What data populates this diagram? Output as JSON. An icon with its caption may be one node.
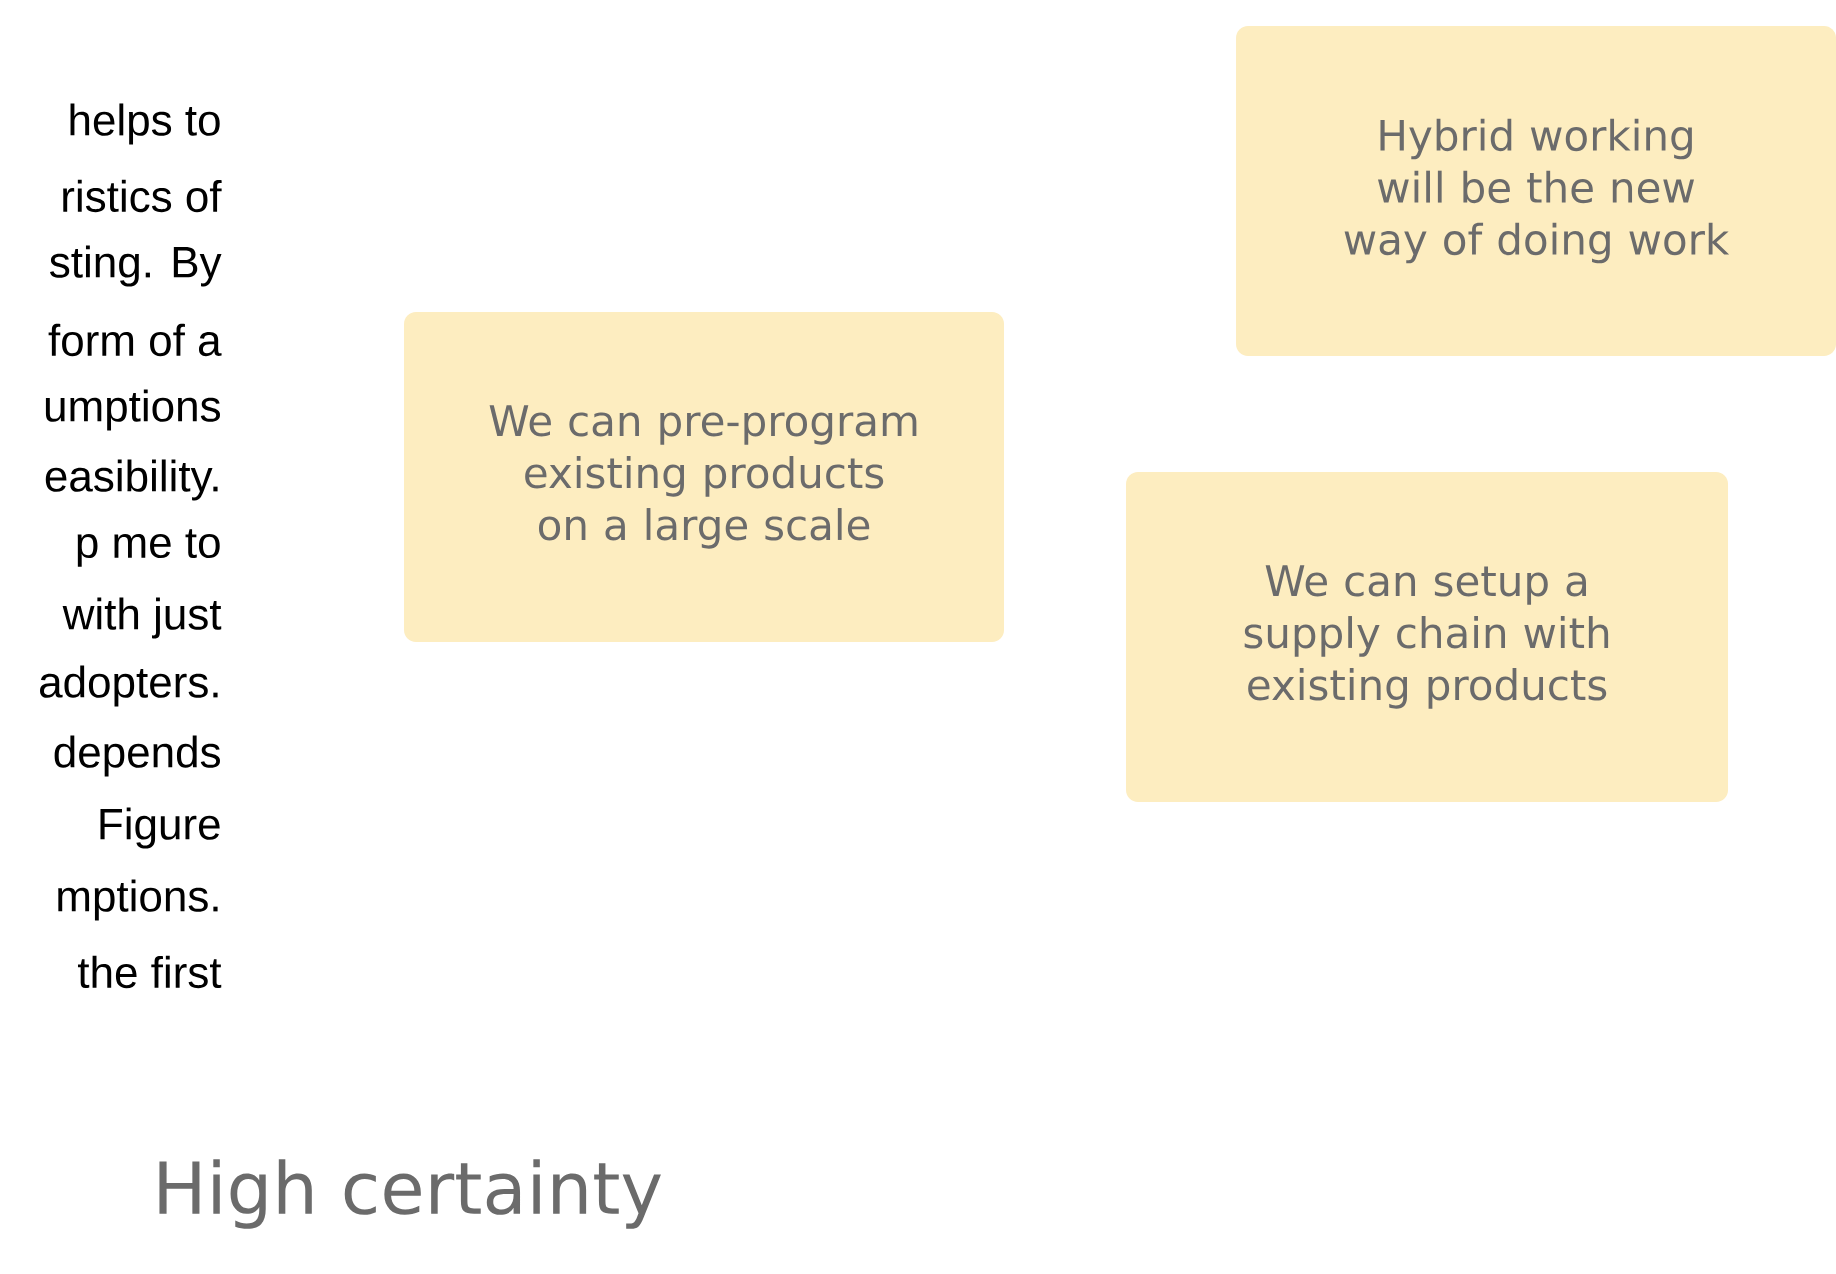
{
  "diagram": {
    "nodes": [
      {
        "text": [
          "Hybrid working will be the new way of doing work"
        ]
      },
      {
        "text": [
          "We can pre-program existing products on a large scale"
        ]
      },
      {
        "text": [
          "We can setup a supply chain with existing products"
        ]
      }
    ],
    "edges": [],
    "labels": [
      "helps to",
      "ristics of",
      "sting. By",
      "form of a",
      "umptions",
      "easibility.",
      "p me to",
      "with just",
      "adopters.",
      "depends",
      "Figure",
      "mptions.",
      "the first",
      "High certainty"
    ]
  }
}
